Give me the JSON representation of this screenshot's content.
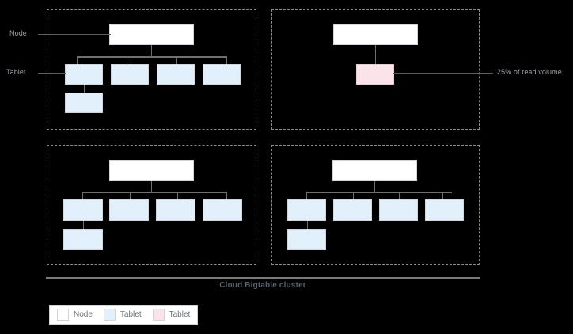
{
  "diagram": {
    "title_caption": "Cloud Bigtable cluster",
    "callouts": [
      {
        "id": "node",
        "label": "Node"
      },
      {
        "id": "tablet",
        "label": "Tablet"
      },
      {
        "id": "hot",
        "label": "25% of read volume"
      }
    ],
    "legend": {
      "items": [
        {
          "label": "Node",
          "color": "#ffffff"
        },
        {
          "label": "Tablet",
          "color": "#e1f0fb"
        },
        {
          "label": "Tablet",
          "color": "#fbe3ea"
        }
      ]
    },
    "quadrants": [
      {
        "id": "top-left",
        "node_count": 1,
        "tablet_count": 5,
        "tablet_color": "#e1f0fb",
        "has_hot_tablet": false
      },
      {
        "id": "top-right",
        "node_count": 1,
        "tablet_count": 1,
        "tablet_color": "#fbe3ea",
        "has_hot_tablet": true
      },
      {
        "id": "bottom-left",
        "node_count": 1,
        "tablet_count": 5,
        "tablet_color": "#e1f0fb",
        "has_hot_tablet": false
      },
      {
        "id": "bottom-right",
        "node_count": 1,
        "tablet_count": 5,
        "tablet_color": "#e1f0fb",
        "has_hot_tablet": false
      }
    ],
    "colors": {
      "background": "#000000",
      "node_fill": "#ffffff",
      "tablet_fill": "#e1f0fb",
      "hot_tablet_fill": "#fbe3ea",
      "connector": "#6f6f6f",
      "frame_dash": "#8a8a8a",
      "label_text": "#9aa0a6",
      "caption_text": "#56616c"
    }
  }
}
